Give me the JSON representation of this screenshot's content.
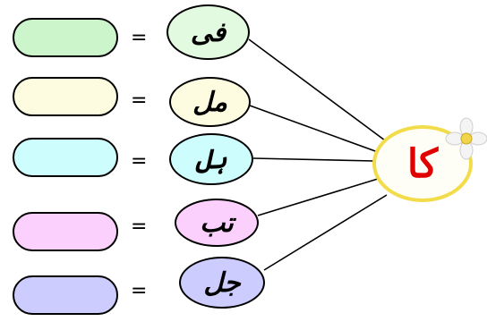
{
  "diagram": {
    "center": {
      "text": "کا",
      "color": "#e00000",
      "border_color": "#f2dc4a"
    },
    "equals_sign": "=",
    "rows": [
      {
        "word": "فی",
        "box_color": "#ccf5cc",
        "oval_color": "#e2fbe0"
      },
      {
        "word": "مل",
        "box_color": "#fefce0",
        "oval_color": "#fefce0"
      },
      {
        "word": "ہل",
        "box_color": "#cdfdfd",
        "oval_color": "#cdfdfd"
      },
      {
        "word": "تب",
        "box_color": "#fcd0fc",
        "oval_color": "#fcd0fc"
      },
      {
        "word": "جل",
        "box_color": "#ccccff",
        "oval_color": "#ccccff"
      }
    ],
    "decoration": {
      "icon": "flower-icon"
    }
  }
}
